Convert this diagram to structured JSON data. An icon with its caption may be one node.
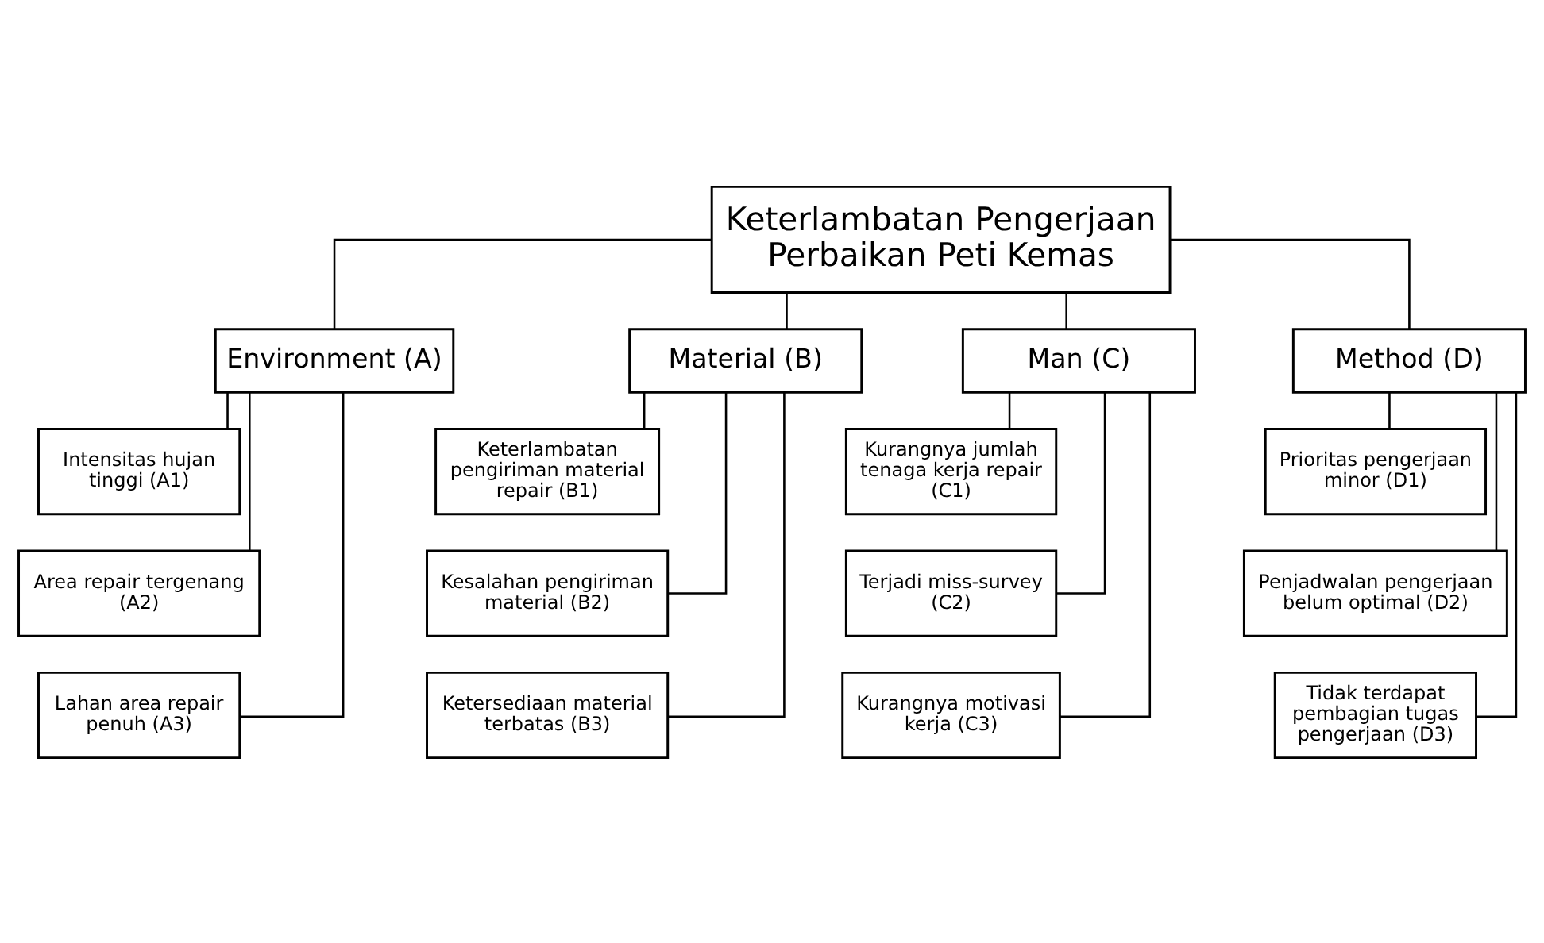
{
  "diagram": {
    "nodes": [
      {
        "text": [
          "Keterlambatan Pengerjaan Perbaikan Peti Kemas"
        ]
      },
      {
        "text": [
          "Environment (A)"
        ]
      },
      {
        "text": [
          "Material (B)"
        ]
      },
      {
        "text": [
          "Man (C)"
        ]
      },
      {
        "text": [
          "Method (D)"
        ]
      },
      {
        "text": [
          "Intensitas hujan tinggi (A1)"
        ]
      },
      {
        "text": [
          "Area repair tergenang (A2)"
        ]
      },
      {
        "text": [
          "Lahan area repair penuh (A3)"
        ]
      },
      {
        "text": [
          "Keterlambatan pengiriman material repair (B1)"
        ]
      },
      {
        "text": [
          "Kesalahan pengiriman material (B2)"
        ]
      },
      {
        "text": [
          "Ketersediaan material terbatas (B3)"
        ]
      },
      {
        "text": [
          "Kurangnya jumlah tenaga kerja repair (C1)"
        ]
      },
      {
        "text": [
          "Terjadi miss-survey (C2)"
        ]
      },
      {
        "text": [
          "Kurangnya motivasi kerja (C3)"
        ]
      },
      {
        "text": [
          "Prioritas pengerjaan minor (D1)"
        ]
      },
      {
        "text": [
          "Penjadwalan pengerjaan belum optimal (D2)"
        ]
      },
      {
        "text": [
          "Tidak terdapat pembagian tugas pengerjaan (D3)"
        ]
      }
    ],
    "edges": [
      {
        "from": 0,
        "to": 1,
        "arrow": "none"
      },
      {
        "from": 0,
        "to": 2,
        "arrow": "none"
      },
      {
        "from": 0,
        "to": 3,
        "arrow": "none"
      },
      {
        "from": 0,
        "to": 4,
        "arrow": "none"
      },
      {
        "from": 1,
        "to": 5,
        "arrow": "none"
      },
      {
        "from": 1,
        "to": 6,
        "arrow": "none"
      },
      {
        "from": 1,
        "to": 7,
        "arrow": "none"
      },
      {
        "from": 2,
        "to": 8,
        "arrow": "none"
      },
      {
        "from": 2,
        "to": 9,
        "arrow": "none"
      },
      {
        "from": 2,
        "to": 10,
        "arrow": "none"
      },
      {
        "from": 3,
        "to": 11,
        "arrow": "none"
      },
      {
        "from": 3,
        "to": 12,
        "arrow": "none"
      },
      {
        "from": 3,
        "to": 13,
        "arrow": "none"
      },
      {
        "from": 4,
        "to": 14,
        "arrow": "none"
      },
      {
        "from": 4,
        "to": 15,
        "arrow": "none"
      },
      {
        "from": 4,
        "to": 16,
        "arrow": "none"
      }
    ]
  }
}
